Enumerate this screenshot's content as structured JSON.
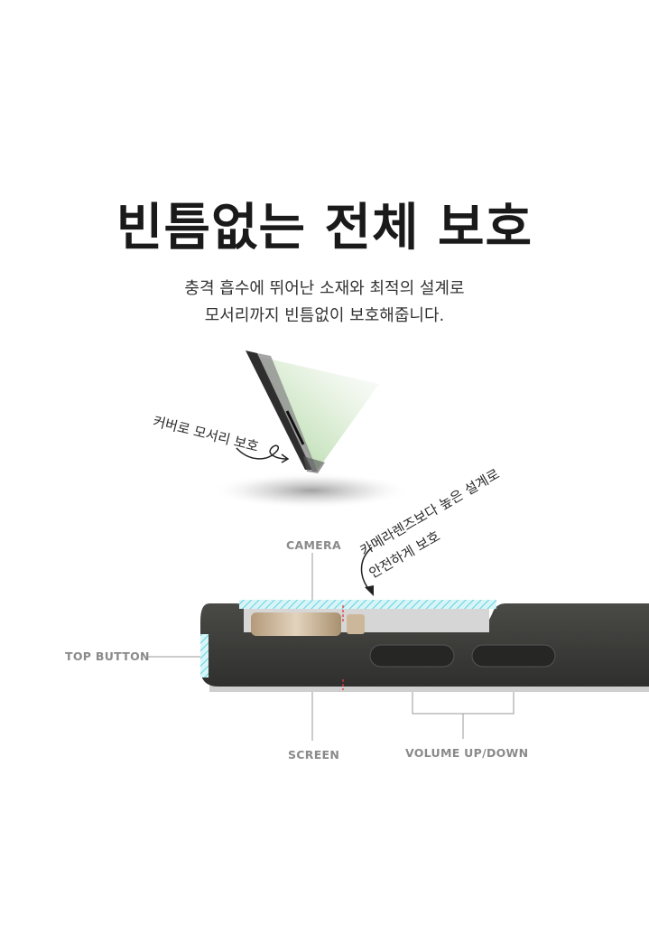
{
  "heading": {
    "title": "빈틈없는 전체 보호",
    "subtitle_line1": "충격 흡수에 뛰어난 소재와 최적의 설계로",
    "subtitle_line2": "모서리까지 빈틈없이 보호해줍니다."
  },
  "annotations": {
    "corner_note": "커버로 모서리 보호",
    "camera_note_line1": "카메라렌즈보다 높은 설계로",
    "camera_note_line2": "안전하게 보호"
  },
  "callouts": {
    "camera": "CAMERA",
    "top_button": "TOP BUTTON",
    "screen": "SCREEN",
    "volume": "VOLUME UP/DOWN"
  },
  "colors": {
    "case_dark": "#3a3a38",
    "highlight_cyan": "#5fd3e0",
    "corner_green": "#b9dcae",
    "label_gray": "#8a8a8a"
  }
}
